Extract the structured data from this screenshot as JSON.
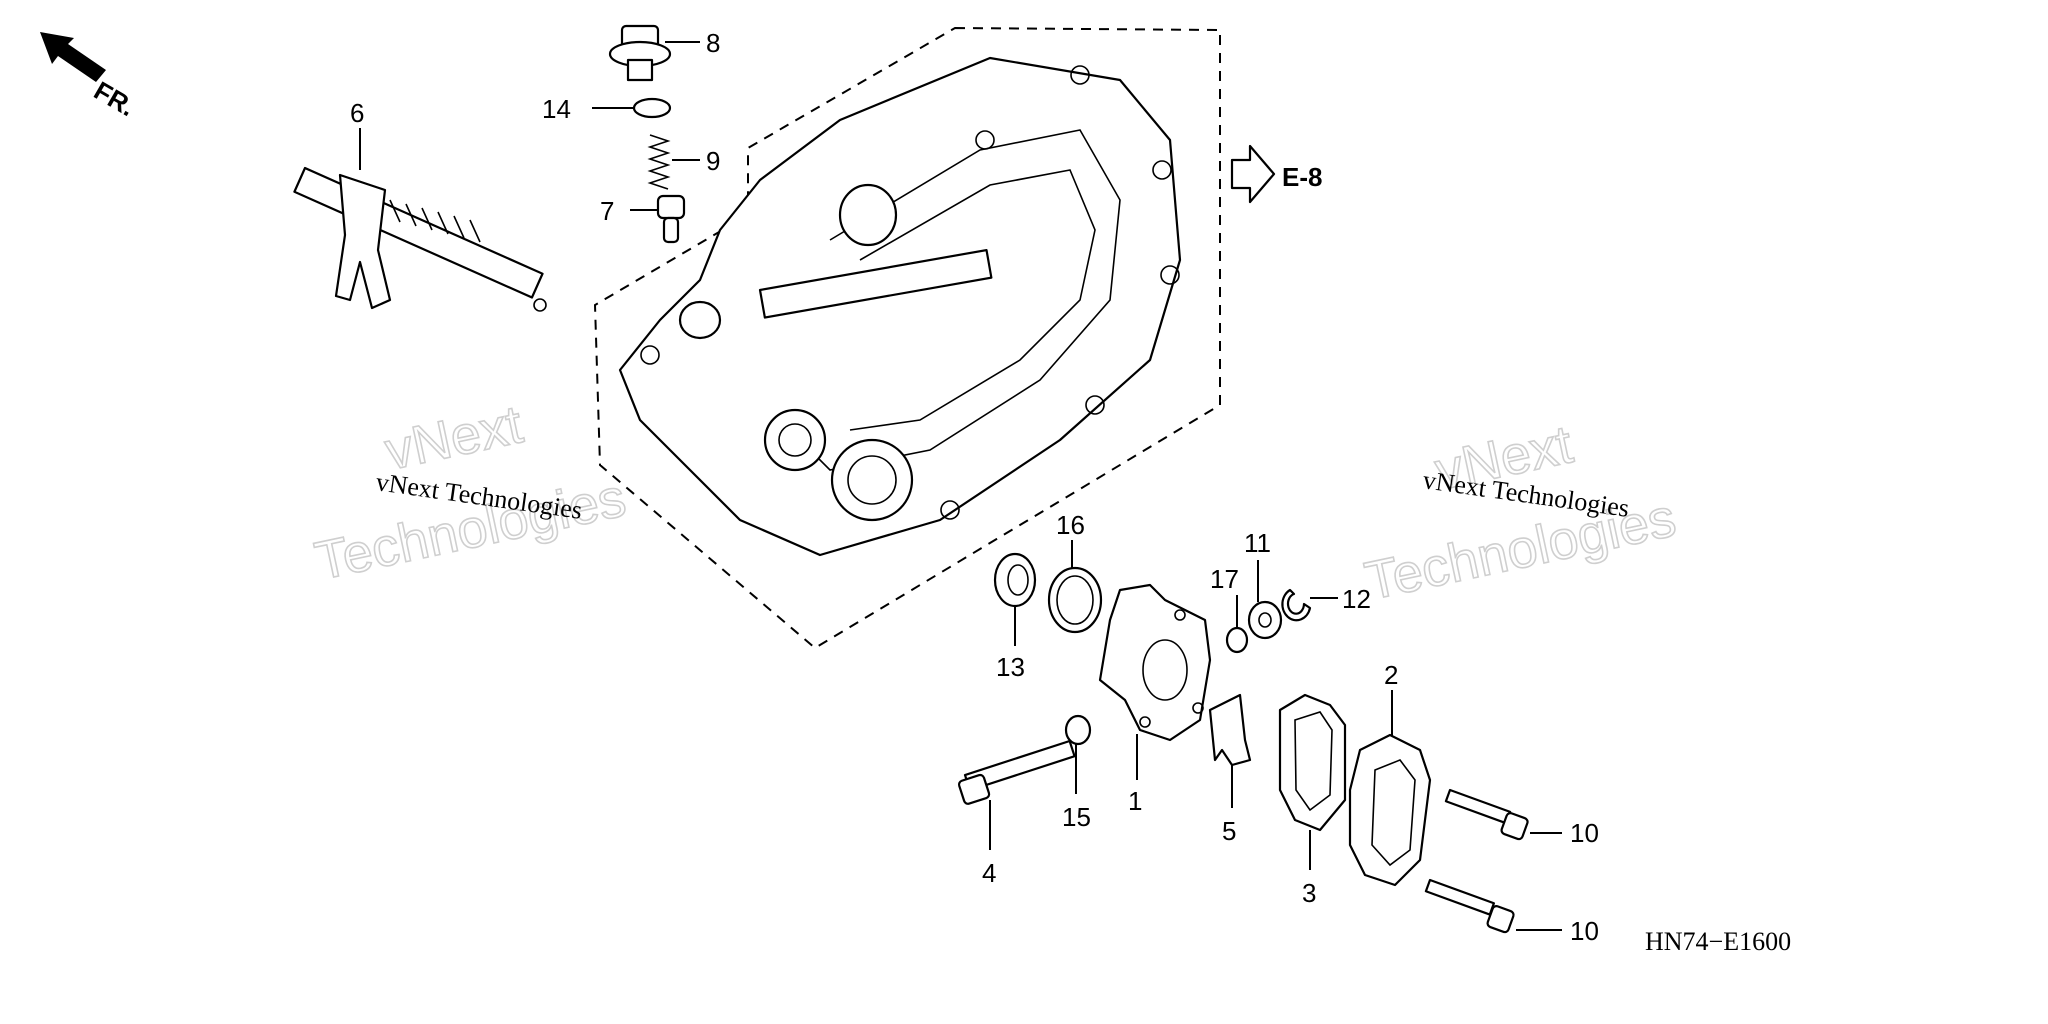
{
  "direction_label": "FR.",
  "reference": {
    "label": "E-8"
  },
  "diagram_code": "HN74−E1600",
  "watermarks": {
    "brand_small": "vNext Technologies",
    "big_line1": "vNext",
    "big_line2": "Technologies"
  },
  "callouts": {
    "p1": "1",
    "p2": "2",
    "p3": "3",
    "p4": "4",
    "p5": "5",
    "p6": "6",
    "p7": "7",
    "p8": "8",
    "p9": "9",
    "p10a": "10",
    "p10b": "10",
    "p11": "11",
    "p12": "12",
    "p13": "13",
    "p14": "14",
    "p15": "15",
    "p16": "16",
    "p17": "17"
  }
}
